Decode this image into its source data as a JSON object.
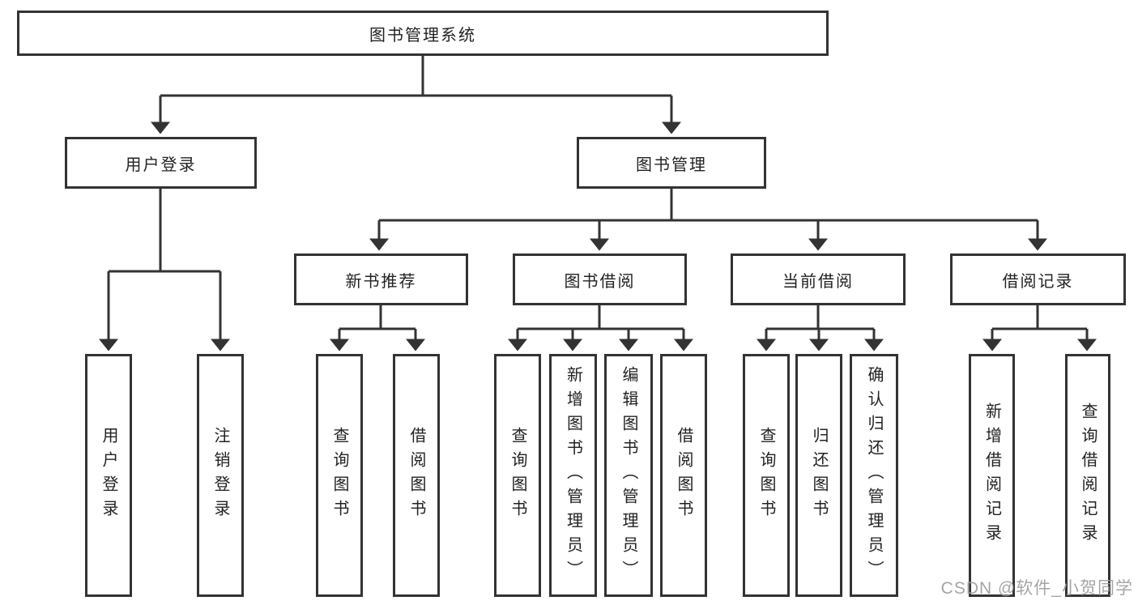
{
  "colors": {
    "line": "#333333",
    "box_border": "#333333",
    "box_fill": "#ffffff",
    "text": "#222222",
    "watermark": "#9e9e9e",
    "background": "#ffffff"
  },
  "tree": {
    "label": "图书管理系统",
    "children": [
      {
        "label": "用户登录",
        "children": [
          {
            "label": "用户登录"
          },
          {
            "label": "注销登录"
          }
        ]
      },
      {
        "label": "图书管理",
        "children": [
          {
            "label": "新书推荐",
            "children": [
              {
                "label": "查询图书"
              },
              {
                "label": "借阅图书"
              }
            ]
          },
          {
            "label": "图书借阅",
            "children": [
              {
                "label": "查询图书"
              },
              {
                "label": "新增图书（管理员）"
              },
              {
                "label": "编辑图书（管理员）"
              },
              {
                "label": "借阅图书"
              }
            ]
          },
          {
            "label": "当前借阅",
            "children": [
              {
                "label": "查询图书"
              },
              {
                "label": "归还图书"
              },
              {
                "label": "确认归还（管理员）"
              }
            ]
          },
          {
            "label": "借阅记录",
            "children": [
              {
                "label": "新增借阅记录"
              },
              {
                "label": "查询借阅记录"
              }
            ]
          }
        ]
      }
    ]
  },
  "watermark": "CSDN @软件_小贺同学"
}
